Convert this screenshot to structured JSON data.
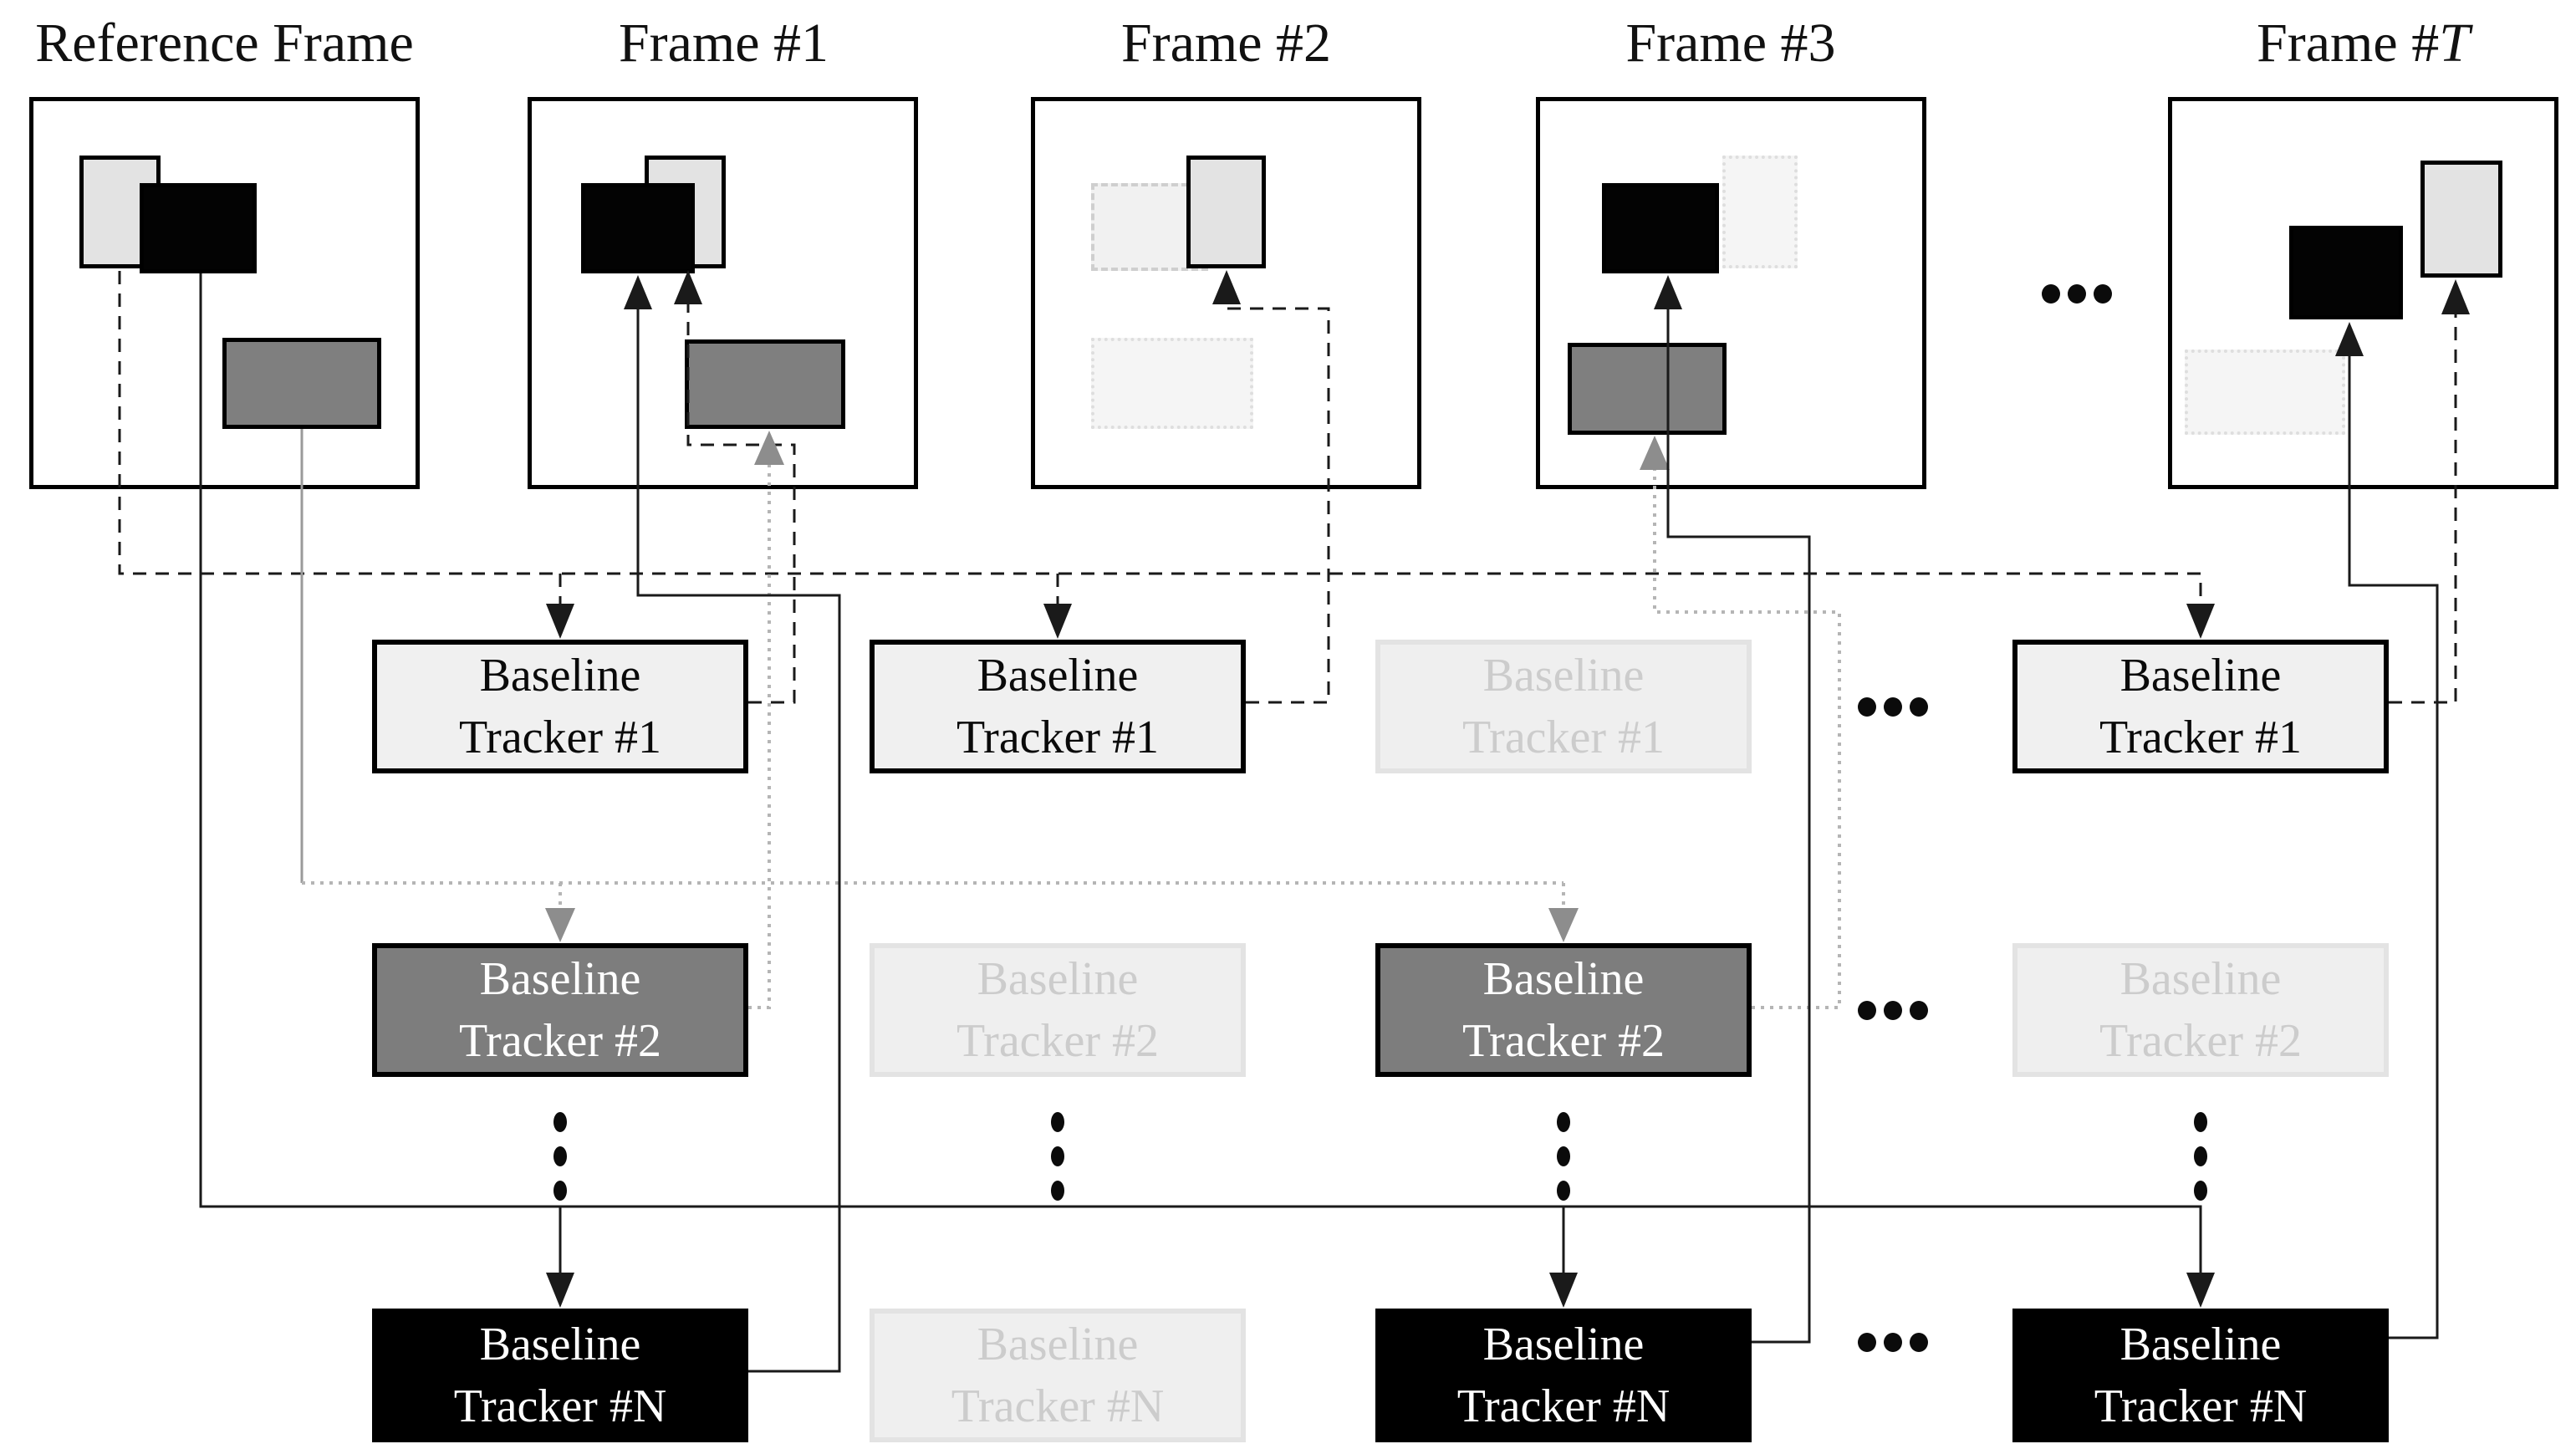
{
  "diagram": {
    "description_visible_text_only": true,
    "frames": [
      {
        "title": "Reference Frame",
        "var": ""
      },
      {
        "title": "Frame #",
        "var": "1"
      },
      {
        "title": "Frame #",
        "var": "2"
      },
      {
        "title": "Frame #",
        "var": "3"
      },
      {
        "title": "Frame #",
        "var": "T"
      }
    ],
    "tracker_rows": [
      {
        "cells": [
          {
            "line1": "Baseline",
            "line2": "Tracker #1"
          },
          {
            "line1": "Baseline",
            "line2": "Tracker #1"
          },
          {
            "line1": "Baseline",
            "line2": "Tracker #1"
          },
          {
            "line1": "Baseline",
            "line2": "Tracker #1"
          }
        ]
      },
      {
        "cells": [
          {
            "line1": "Baseline",
            "line2": "Tracker #2"
          },
          {
            "line1": "Baseline",
            "line2": "Tracker #2"
          },
          {
            "line1": "Baseline",
            "line2": "Tracker #2"
          },
          {
            "line1": "Baseline",
            "line2": "Tracker #2"
          }
        ]
      },
      {
        "cells": [
          {
            "line1": "Baseline",
            "line2": "Tracker #N"
          },
          {
            "line1": "Baseline",
            "line2": "Tracker #N"
          },
          {
            "line1": "Baseline",
            "line2": "Tracker #N"
          },
          {
            "line1": "Baseline",
            "line2": "Tracker #N"
          }
        ]
      }
    ],
    "icons": {
      "ellipsis_horizontal": "•••",
      "ellipsis_vertical": "⋮"
    },
    "colors": {
      "background": "#ffffff",
      "line_black": "#1a1a1a",
      "line_gray_solid": "#9a9a9a",
      "line_gray_dotted": "#b5b5b5",
      "arrow_gray": "#8d8d8d",
      "object_black": "#030303",
      "object_gray": "#7f7f7f",
      "object_lightgray": "#e3e3e3",
      "ghost_fill": "#f5f5f5",
      "ghost_border": "#dedede",
      "tracker_light_fill": "#f0f0f0",
      "tracker_gray_fill": "#7d7d7d",
      "tracker_black_fill": "#000000",
      "tracker_faded_fill": "#efefef",
      "tracker_faded_border": "#e3e3e3",
      "tracker_faded_text": "#cccccc"
    }
  }
}
